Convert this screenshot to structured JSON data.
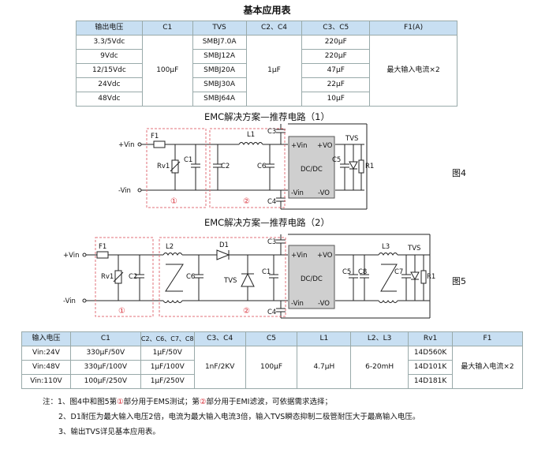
{
  "table1": {
    "title": "基本应用表",
    "headers": [
      "输出电压",
      "C1",
      "TVS",
      "C2、C4",
      "C3、C5",
      "F1(A)"
    ],
    "rows": [
      [
        "3.3/5Vdc",
        "SMBJ7.0A",
        "220μF"
      ],
      [
        "9Vdc",
        "SMBJ12A",
        "220μF"
      ],
      [
        "12/15Vdc",
        "SMBJ20A",
        "47μF"
      ],
      [
        "24Vdc",
        "SMBJ30A",
        "22μF"
      ],
      [
        "48Vdc",
        "SMBJ64A",
        "10μF"
      ]
    ],
    "c1": "100μF",
    "c2c4": "1μF",
    "f1": "最大输入电流×2"
  },
  "circuit1": {
    "title": "EMC解决方案—推荐电路（1）",
    "fig_label": "图4",
    "labels": {
      "vin_p": "+Vin",
      "vin_n": "-Vin",
      "f1": "F1",
      "rv1": "Rv1",
      "c1": "C1",
      "c2": "C2",
      "l1": "L1",
      "c6": "C6",
      "c3": "C3",
      "c4": "C4",
      "c5": "C5",
      "tvs": "TVS",
      "r1": "R1",
      "mod_vin_p": "+Vin",
      "mod_vin_n": "-Vin",
      "mod_vo_p": "+VO",
      "mod_vo_n": "-VO",
      "module": "DC/DC",
      "zone1": "①",
      "zone2": "②"
    }
  },
  "circuit2": {
    "title": "EMC解决方案—推荐电路（2）",
    "fig_label": "图5",
    "labels": {
      "vin_p": "+Vin",
      "vin_n": "-Vin",
      "f1": "F1",
      "rv1": "Rv1",
      "c2": "C2",
      "l2": "L2",
      "c6": "C6",
      "d1": "D1",
      "tvs": "TVS",
      "c1": "C1",
      "c3": "C3",
      "c4": "C4",
      "c5": "C5",
      "c8": "C8",
      "l3": "L3",
      "c7": "C7",
      "r1": "R1",
      "tvs_out": "TVS",
      "mod_vin_p": "+Vin",
      "mod_vin_n": "-Vin",
      "mod_vo_p": "+VO",
      "mod_vo_n": "-VO",
      "module": "DC/DC",
      "zone1": "①",
      "zone2": "②"
    }
  },
  "table2": {
    "headers": [
      "输入电压",
      "C1",
      "C2、C6、C7、C8",
      "C3、C4",
      "C5",
      "L1",
      "L2、L3",
      "Rv1",
      "F1"
    ],
    "rows": [
      [
        "Vin:24V",
        "330μF/50V",
        "1μF/50V",
        "14D560K"
      ],
      [
        "Vin:48V",
        "330μF/100V",
        "1μF/100V",
        "14D101K"
      ],
      [
        "Vin:110V",
        "100μF/250V",
        "1μF/250V",
        "14D181K"
      ]
    ],
    "c3c4": "1nF/2KV",
    "c5": "100μF",
    "l1": "4.7μH",
    "l2l3": "6-20mH",
    "f1": "最大输入电流×2"
  },
  "notes": {
    "n1_a": "注：1、图4中和图5第",
    "n1_c1": "①",
    "n1_b": "部分用于EMS测试；第",
    "n1_c2": "②",
    "n1_c": "部分用于EMI滤波，可依据需求选择；",
    "n2": "2、D1耐压为最大输入电压2倍，电流为最大输入电流3倍，输入TVS瞬态抑制二极管耐压大于最高输入电压。",
    "n3": "3、输出TVS详见基本应用表。"
  },
  "colors": {
    "header_bg": "#c8dff2",
    "zone_border": "#e0707a",
    "zone_num": "#d9303a",
    "module_fill": "#cfcfcf"
  }
}
